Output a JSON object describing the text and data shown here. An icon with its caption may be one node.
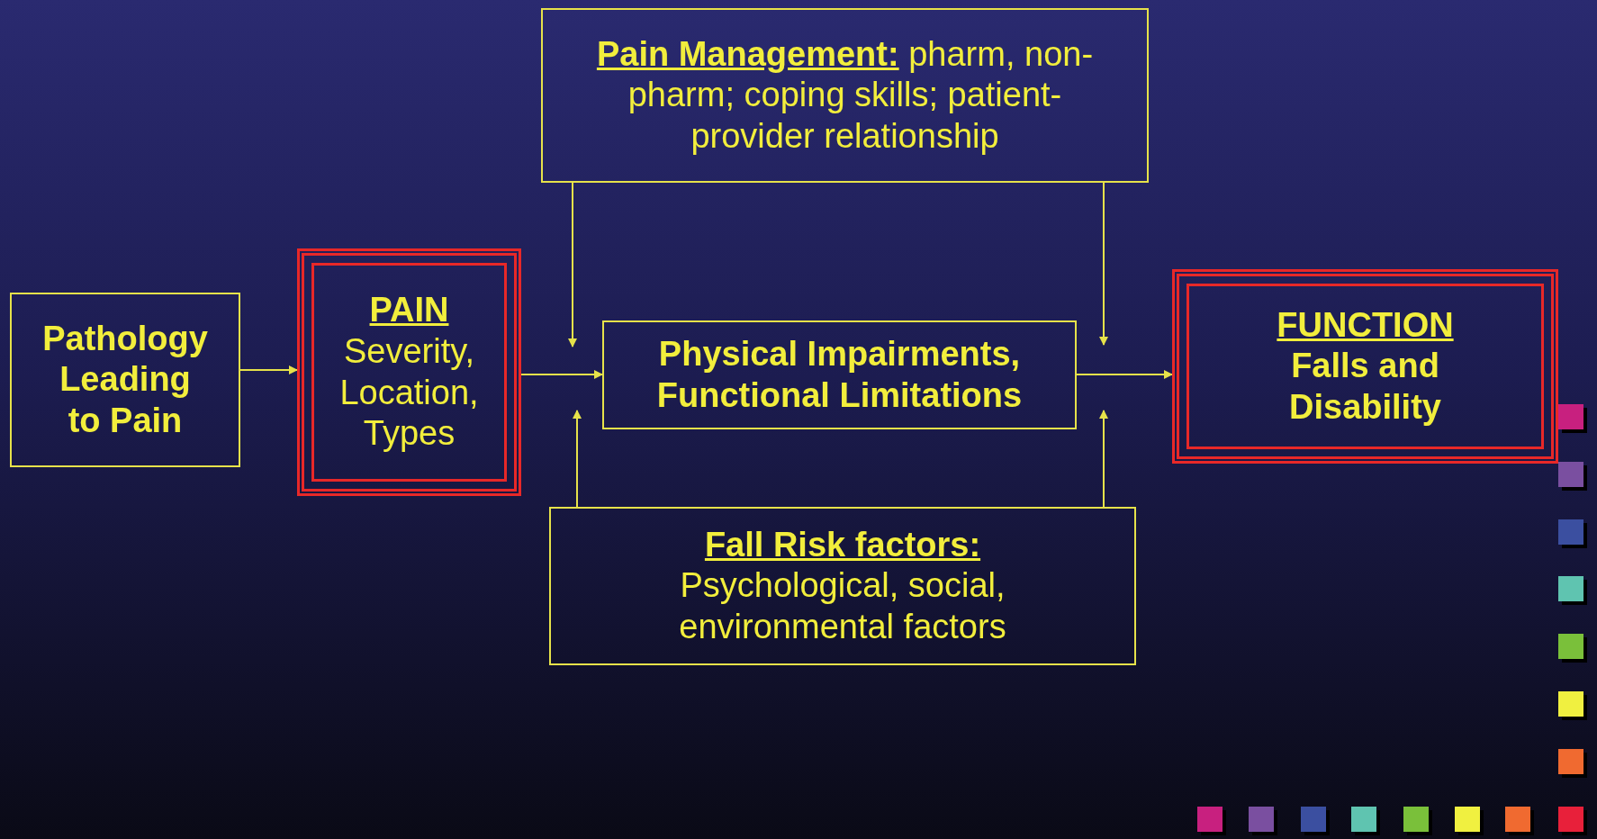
{
  "diagram": {
    "nodes": [
      {
        "text": [
          "Pathology Leading to Pain"
        ]
      },
      {
        "text": [
          "PAIN",
          "Severity, Location, Types"
        ]
      },
      {
        "text": [
          "**Pain Management:**  pharm, non-pharm; coping skills; patient-provider relationship"
        ]
      },
      {
        "text": [
          "Physical Impairments, Functional Limitations"
        ]
      },
      {
        "text": [
          "FUNCTION",
          "Falls and Disability"
        ]
      },
      {
        "text": [
          "Fall Risk factors:",
          "Psychological, social, environmental factors"
        ]
      }
    ],
    "edges": [
      {
        "from": 0,
        "to": 1,
        "arrow": "to"
      },
      {
        "from": 1,
        "to": 3,
        "arrow": "to"
      },
      {
        "from": 3,
        "to": 4,
        "arrow": "to"
      },
      {
        "from": 2,
        "to": 3,
        "arrow": "to"
      },
      {
        "from": 2,
        "to": 3,
        "arrow": "to"
      },
      {
        "from": 5,
        "to": 3,
        "arrow": "to"
      },
      {
        "from": 5,
        "to": 3,
        "arrow": "to"
      }
    ]
  }
}
